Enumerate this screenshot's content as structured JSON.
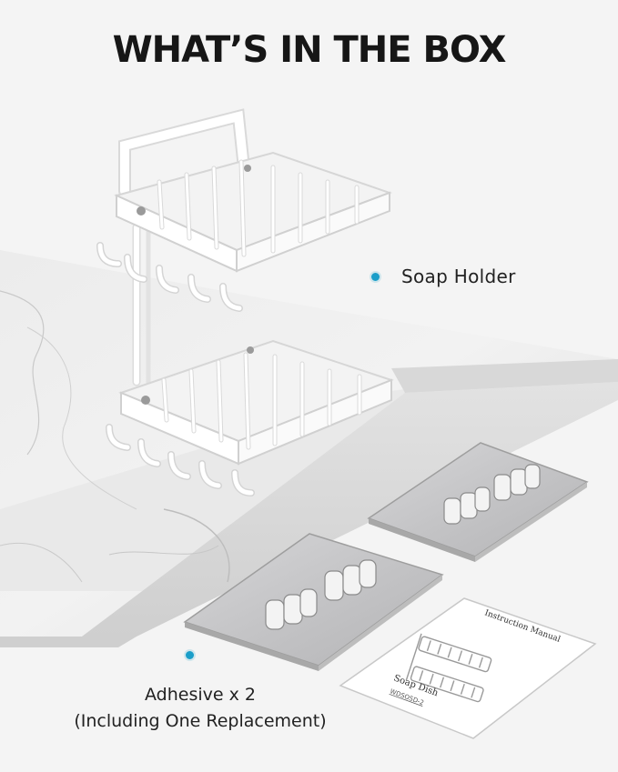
{
  "title": "WHAT’S IN THE BOX",
  "callouts": {
    "soap_holder": "Soap Holder",
    "adhesive_line1": "Adhesive x 2",
    "adhesive_line2": "(Including One Replacement)"
  },
  "manual": {
    "heading": "Instruction Manual",
    "product": "Soap Dish",
    "model": "WDSOSD-2"
  },
  "colors": {
    "background": "#f4f4f4",
    "marble": "#e6e6e6",
    "accent_dot": "#1a9ec9",
    "title": "#161616"
  },
  "icons": [
    "soap-holder-illustration",
    "adhesive-hook-illustration",
    "instruction-manual-illustration"
  ]
}
